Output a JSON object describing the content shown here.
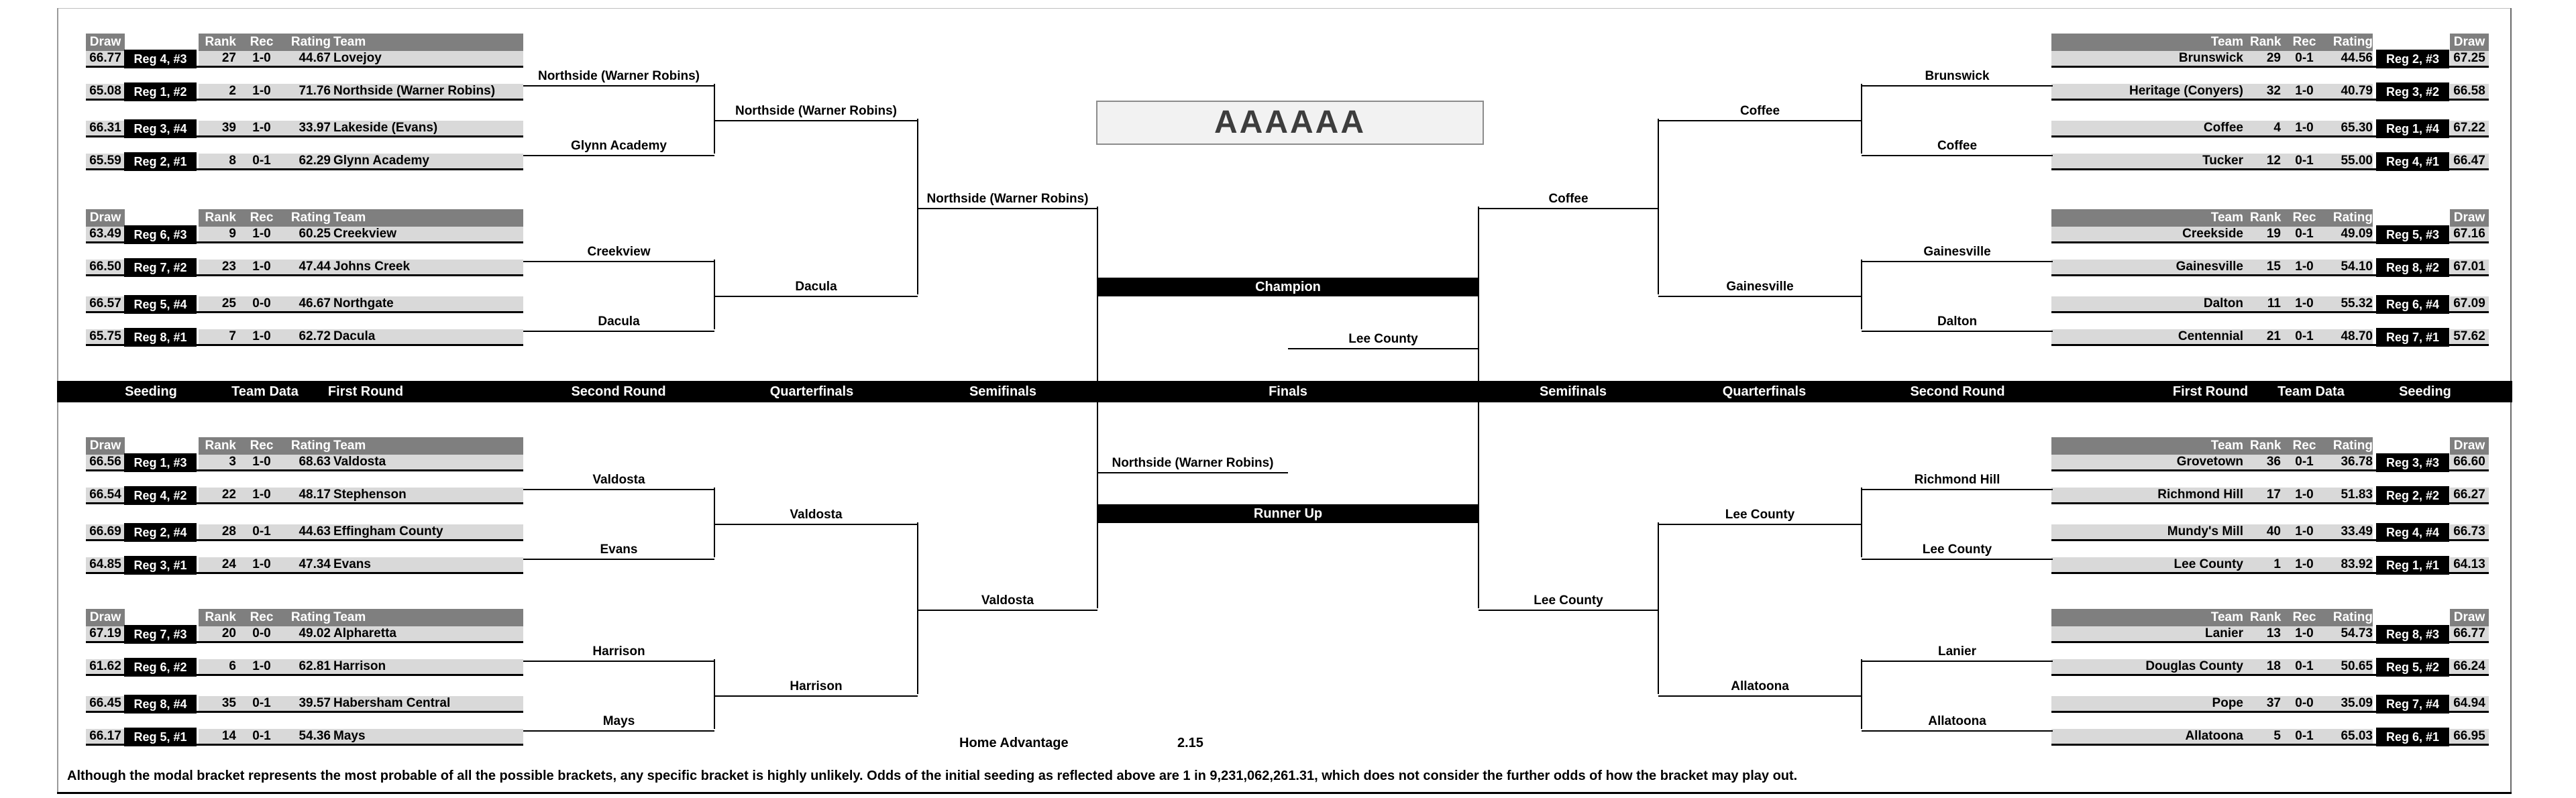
{
  "title": "AAAAAA",
  "column_headers": {
    "draw": "Draw",
    "rank": "Rank",
    "rec": "Rec",
    "rating": "Rating",
    "team": "Team"
  },
  "round_band": {
    "left": [
      "Seeding",
      "Team Data",
      "First Round",
      "Second Round",
      "Quarterfinals",
      "Semifinals"
    ],
    "center": "Finals",
    "right": [
      "Semifinals",
      "Quarterfinals",
      "Second Round",
      "First Round",
      "Team Data",
      "Seeding"
    ]
  },
  "finals": {
    "champion_label": "Champion",
    "champion": "Lee County",
    "runner_up_label": "Runner Up",
    "runner_up": "Northside (Warner Robins)"
  },
  "home_advantage": {
    "label": "Home Advantage",
    "value": "2.15"
  },
  "disclaimer": "Although the modal bracket represents the most probable of all the possible brackets, any specific bracket is highly unlikely.  Odds of the initial seeding as reflected above are 1 in 9,231,062,261.31, which does not consider the further odds of how the bracket may play out.",
  "left_bracket": {
    "quads": [
      {
        "teams": [
          {
            "draw": "66.77",
            "reg": "Reg 4, #3",
            "rank": "27",
            "rec": "1-0",
            "rating": "44.67",
            "team": "Lovejoy"
          },
          {
            "draw": "65.08",
            "reg": "Reg 1, #2",
            "rank": "2",
            "rec": "1-0",
            "rating": "71.76",
            "team": "Northside (Warner Robins)"
          },
          {
            "draw": "66.31",
            "reg": "Reg 3, #4",
            "rank": "39",
            "rec": "1-0",
            "rating": "33.97",
            "team": "Lakeside (Evans)"
          },
          {
            "draw": "65.59",
            "reg": "Reg 2, #1",
            "rank": "8",
            "rec": "0-1",
            "rating": "62.29",
            "team": "Glynn Academy"
          }
        ]
      },
      {
        "teams": [
          {
            "draw": "63.49",
            "reg": "Reg 6, #3",
            "rank": "9",
            "rec": "1-0",
            "rating": "60.25",
            "team": "Creekview"
          },
          {
            "draw": "66.50",
            "reg": "Reg 7, #2",
            "rank": "23",
            "rec": "1-0",
            "rating": "47.44",
            "team": "Johns Creek"
          },
          {
            "draw": "66.57",
            "reg": "Reg 5, #4",
            "rank": "25",
            "rec": "0-0",
            "rating": "46.67",
            "team": "Northgate"
          },
          {
            "draw": "65.75",
            "reg": "Reg 8, #1",
            "rank": "7",
            "rec": "1-0",
            "rating": "62.72",
            "team": "Dacula"
          }
        ]
      },
      {
        "teams": [
          {
            "draw": "66.56",
            "reg": "Reg 1, #3",
            "rank": "3",
            "rec": "1-0",
            "rating": "68.63",
            "team": "Valdosta"
          },
          {
            "draw": "66.54",
            "reg": "Reg 4, #2",
            "rank": "22",
            "rec": "1-0",
            "rating": "48.17",
            "team": "Stephenson"
          },
          {
            "draw": "66.69",
            "reg": "Reg 2, #4",
            "rank": "28",
            "rec": "0-1",
            "rating": "44.63",
            "team": "Effingham County"
          },
          {
            "draw": "64.85",
            "reg": "Reg 3, #1",
            "rank": "24",
            "rec": "1-0",
            "rating": "47.34",
            "team": "Evans"
          }
        ]
      },
      {
        "teams": [
          {
            "draw": "67.19",
            "reg": "Reg 7, #3",
            "rank": "20",
            "rec": "0-0",
            "rating": "49.02",
            "team": "Alpharetta"
          },
          {
            "draw": "61.62",
            "reg": "Reg 6, #2",
            "rank": "6",
            "rec": "1-0",
            "rating": "62.81",
            "team": "Harrison"
          },
          {
            "draw": "66.45",
            "reg": "Reg 8, #4",
            "rank": "35",
            "rec": "0-1",
            "rating": "39.57",
            "team": "Habersham Central"
          },
          {
            "draw": "66.17",
            "reg": "Reg 5, #1",
            "rank": "14",
            "rec": "0-1",
            "rating": "54.36",
            "team": "Mays"
          }
        ]
      }
    ],
    "second_round": [
      "Northside (Warner Robins)",
      "Glynn Academy",
      "Creekview",
      "Dacula",
      "Valdosta",
      "Evans",
      "Harrison",
      "Mays"
    ],
    "quarterfinals": [
      "Northside (Warner Robins)",
      "Dacula",
      "Valdosta",
      "Harrison"
    ],
    "semifinals": [
      "Northside (Warner Robins)",
      "Valdosta"
    ]
  },
  "right_bracket": {
    "quads": [
      {
        "teams": [
          {
            "draw": "67.25",
            "reg": "Reg 2, #3",
            "rank": "29",
            "rec": "0-1",
            "rating": "44.56",
            "team": "Brunswick"
          },
          {
            "draw": "66.58",
            "reg": "Reg 3, #2",
            "rank": "32",
            "rec": "1-0",
            "rating": "40.79",
            "team": "Heritage (Conyers)"
          },
          {
            "draw": "67.22",
            "reg": "Reg 1, #4",
            "rank": "4",
            "rec": "1-0",
            "rating": "65.30",
            "team": "Coffee"
          },
          {
            "draw": "66.47",
            "reg": "Reg 4, #1",
            "rank": "12",
            "rec": "0-1",
            "rating": "55.00",
            "team": "Tucker"
          }
        ]
      },
      {
        "teams": [
          {
            "draw": "67.16",
            "reg": "Reg 5, #3",
            "rank": "19",
            "rec": "0-1",
            "rating": "49.09",
            "team": "Creekside"
          },
          {
            "draw": "67.01",
            "reg": "Reg 8, #2",
            "rank": "15",
            "rec": "1-0",
            "rating": "54.10",
            "team": "Gainesville"
          },
          {
            "draw": "67.09",
            "reg": "Reg 6, #4",
            "rank": "11",
            "rec": "1-0",
            "rating": "55.32",
            "team": "Dalton"
          },
          {
            "draw": "57.62",
            "reg": "Reg 7, #1",
            "rank": "21",
            "rec": "0-1",
            "rating": "48.70",
            "team": "Centennial"
          }
        ]
      },
      {
        "teams": [
          {
            "draw": "66.60",
            "reg": "Reg 3, #3",
            "rank": "36",
            "rec": "0-1",
            "rating": "36.78",
            "team": "Grovetown"
          },
          {
            "draw": "66.27",
            "reg": "Reg 2, #2",
            "rank": "17",
            "rec": "1-0",
            "rating": "51.83",
            "team": "Richmond Hill"
          },
          {
            "draw": "66.73",
            "reg": "Reg 4, #4",
            "rank": "40",
            "rec": "1-0",
            "rating": "33.49",
            "team": "Mundy's Mill"
          },
          {
            "draw": "64.13",
            "reg": "Reg 1, #1",
            "rank": "1",
            "rec": "1-0",
            "rating": "83.92",
            "team": "Lee County"
          }
        ]
      },
      {
        "teams": [
          {
            "draw": "66.77",
            "reg": "Reg 8, #3",
            "rank": "13",
            "rec": "1-0",
            "rating": "54.73",
            "team": "Lanier"
          },
          {
            "draw": "66.24",
            "reg": "Reg 5, #2",
            "rank": "18",
            "rec": "0-1",
            "rating": "50.65",
            "team": "Douglas County"
          },
          {
            "draw": "64.94",
            "reg": "Reg 7, #4",
            "rank": "37",
            "rec": "0-0",
            "rating": "35.09",
            "team": "Pope"
          },
          {
            "draw": "66.95",
            "reg": "Reg 6, #1",
            "rank": "5",
            "rec": "0-1",
            "rating": "65.03",
            "team": "Allatoona"
          }
        ]
      }
    ],
    "second_round": [
      "Brunswick",
      "Coffee",
      "Gainesville",
      "Dalton",
      "Richmond Hill",
      "Lee County",
      "Lanier",
      "Allatoona"
    ],
    "quarterfinals": [
      "Coffee",
      "Gainesville",
      "Lee County",
      "Allatoona"
    ],
    "semifinals": [
      "Coffee",
      "Lee County"
    ]
  },
  "colors": {
    "row_fill": "#d9d9d9",
    "header_fill": "#7f7f7f",
    "accent": "#000000",
    "title_box_fill": "#f2f2f2"
  }
}
